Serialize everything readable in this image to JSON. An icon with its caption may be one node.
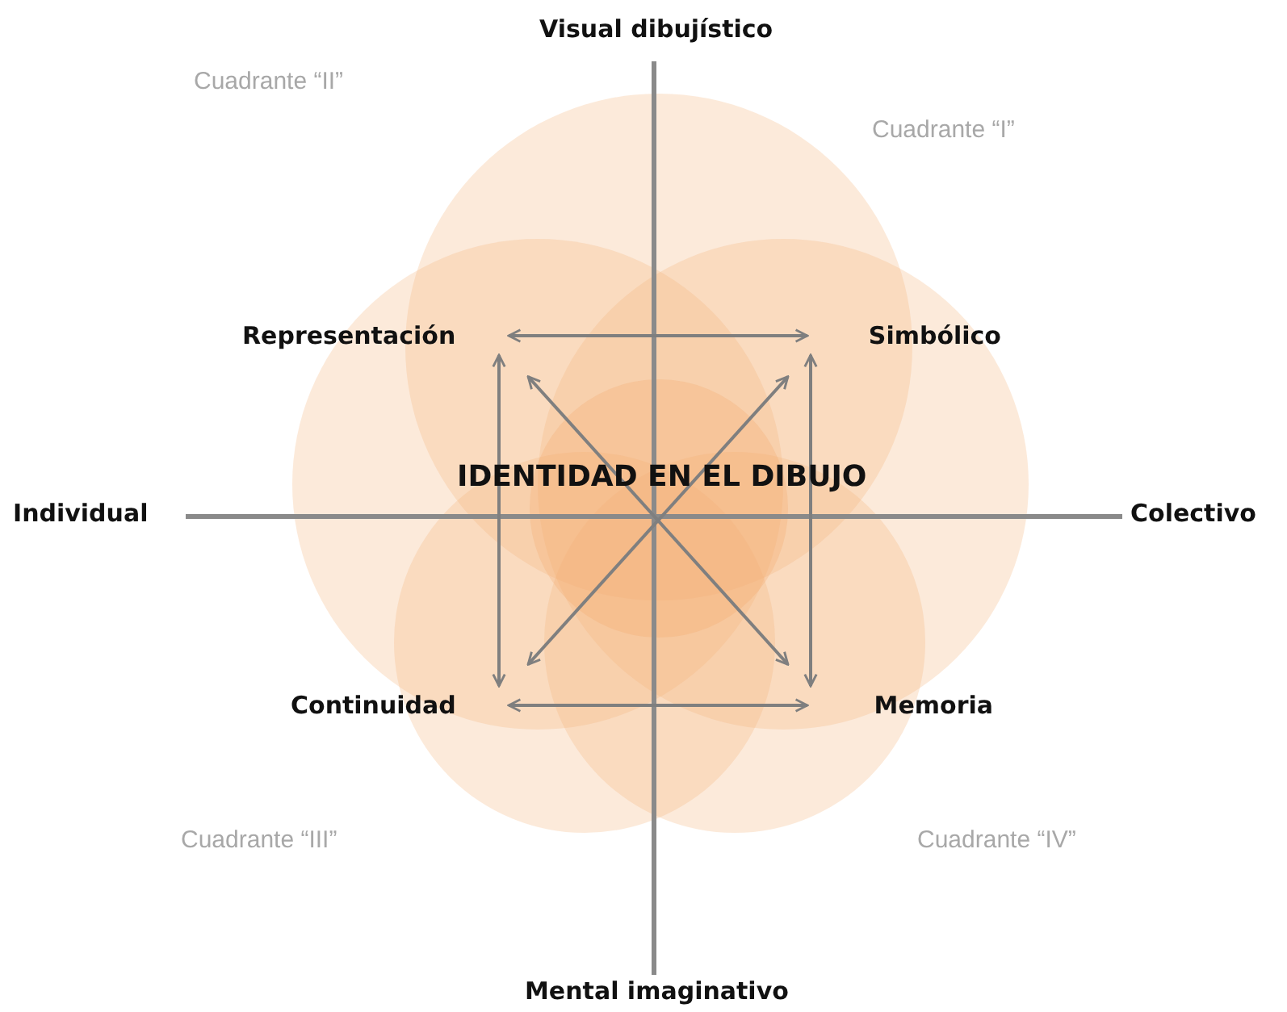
{
  "diagram": {
    "nodes": [
      {
        "text": [
          "Representación"
        ]
      },
      {
        "text": [
          "Simbólico"
        ]
      },
      {
        "text": [
          "Continuidad"
        ]
      },
      {
        "text": [
          "Memoria"
        ]
      }
    ],
    "edges": [
      {
        "from": 0,
        "to": 1,
        "arrow": "both"
      },
      {
        "from": 2,
        "to": 3,
        "arrow": "both"
      },
      {
        "from": 0,
        "to": 2,
        "arrow": "both"
      },
      {
        "from": 1,
        "to": 3,
        "arrow": "both"
      },
      {
        "from": 0,
        "to": 3,
        "arrow": "both"
      },
      {
        "from": 1,
        "to": 2,
        "arrow": "both"
      }
    ],
    "labels": [
      "Visual dibujístico",
      "Cuadrante “II”",
      "Cuadrante “I”",
      "Individual",
      "IDENTIDAD EN EL DIBUJO",
      "Colectivo",
      "Cuadrante “III”",
      "Cuadrante “IV”",
      "Mental imaginativo"
    ]
  }
}
